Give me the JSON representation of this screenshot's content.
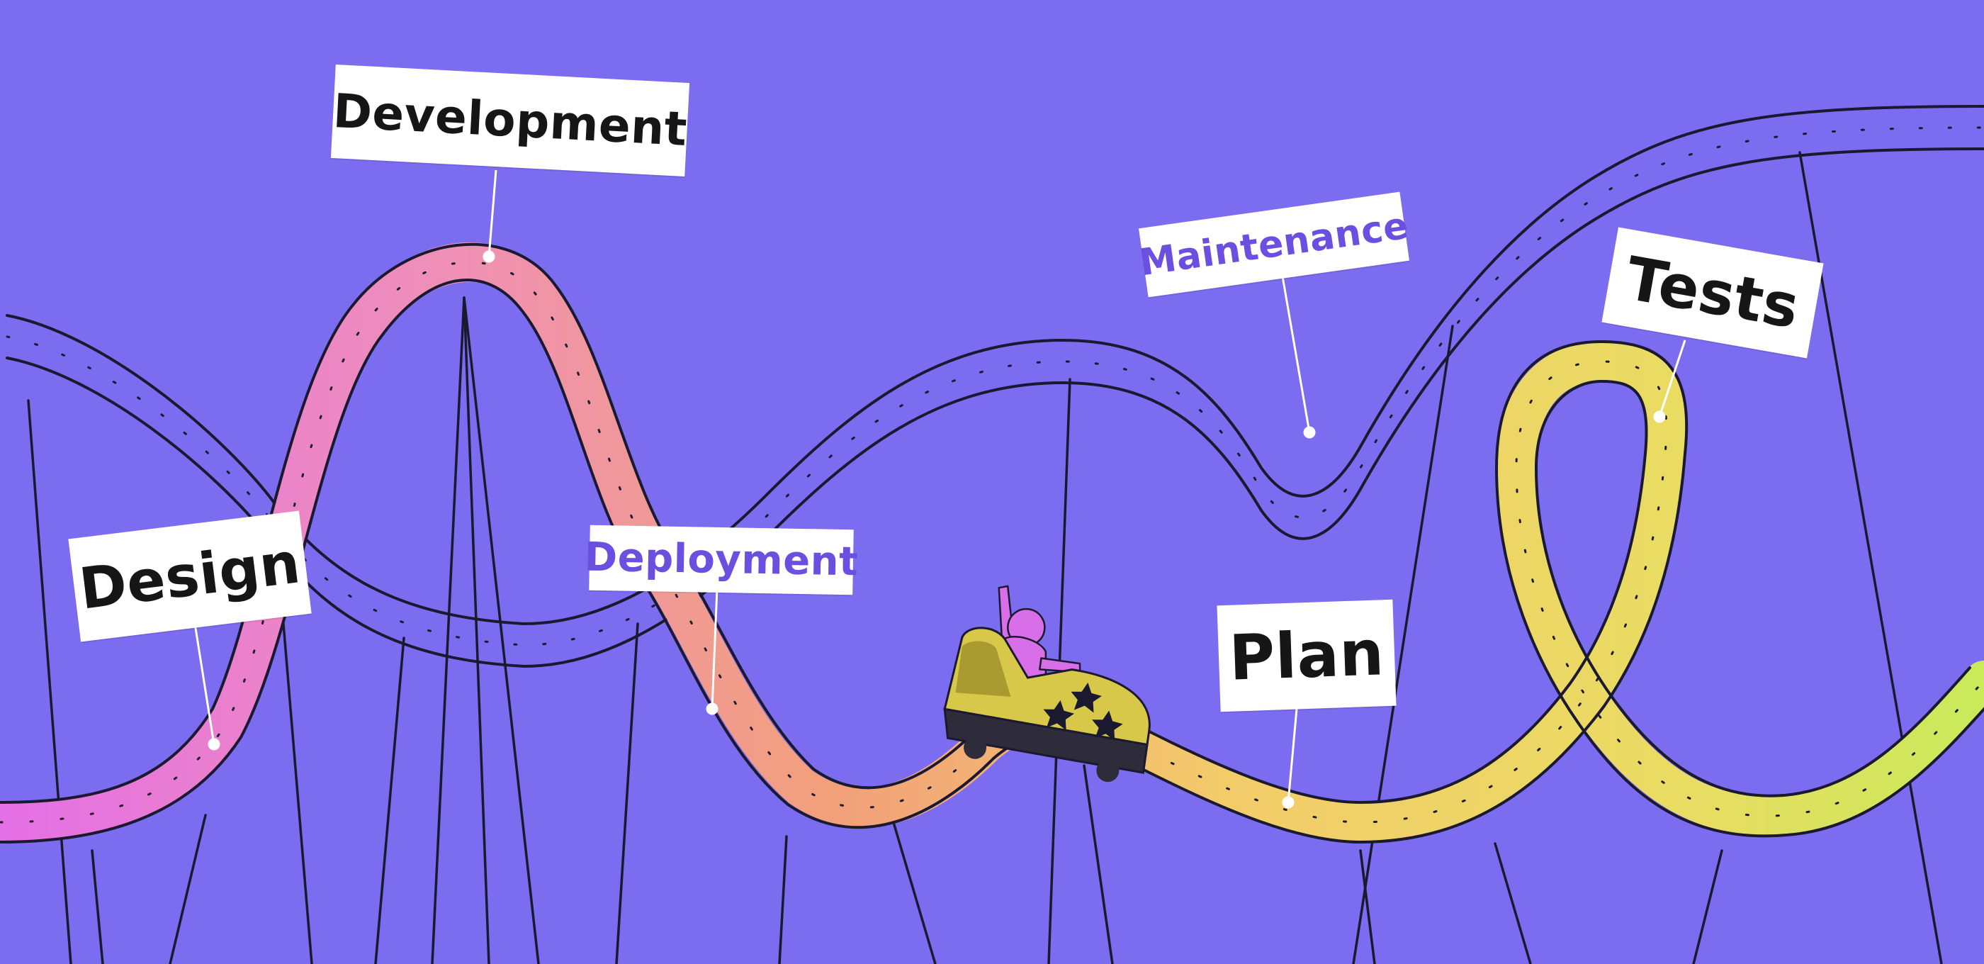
{
  "scene": {
    "background": "#7b6cf0",
    "track_gradient": [
      "#e46fe6",
      "#f2a07a",
      "#f3cc6a",
      "#c9ea5a"
    ],
    "outline_color": "#1b1930",
    "car": {
      "body_color": "#d8c84a",
      "rider_color": "#d86ee8",
      "base_color": "#2e2b3a",
      "star_icon": "star-icon",
      "star_count": 3
    }
  },
  "labels": {
    "development": {
      "text": "Development",
      "text_color": "#161616"
    },
    "maintenance": {
      "text": "Maintenance",
      "text_color": "#6a4fe0"
    },
    "tests": {
      "text": "Tests",
      "text_color": "#161616"
    },
    "design": {
      "text": "Design",
      "text_color": "#161616"
    },
    "deployment": {
      "text": "Deployment",
      "text_color": "#6a4fe0"
    },
    "plan": {
      "text": "Plan",
      "text_color": "#161616"
    }
  }
}
